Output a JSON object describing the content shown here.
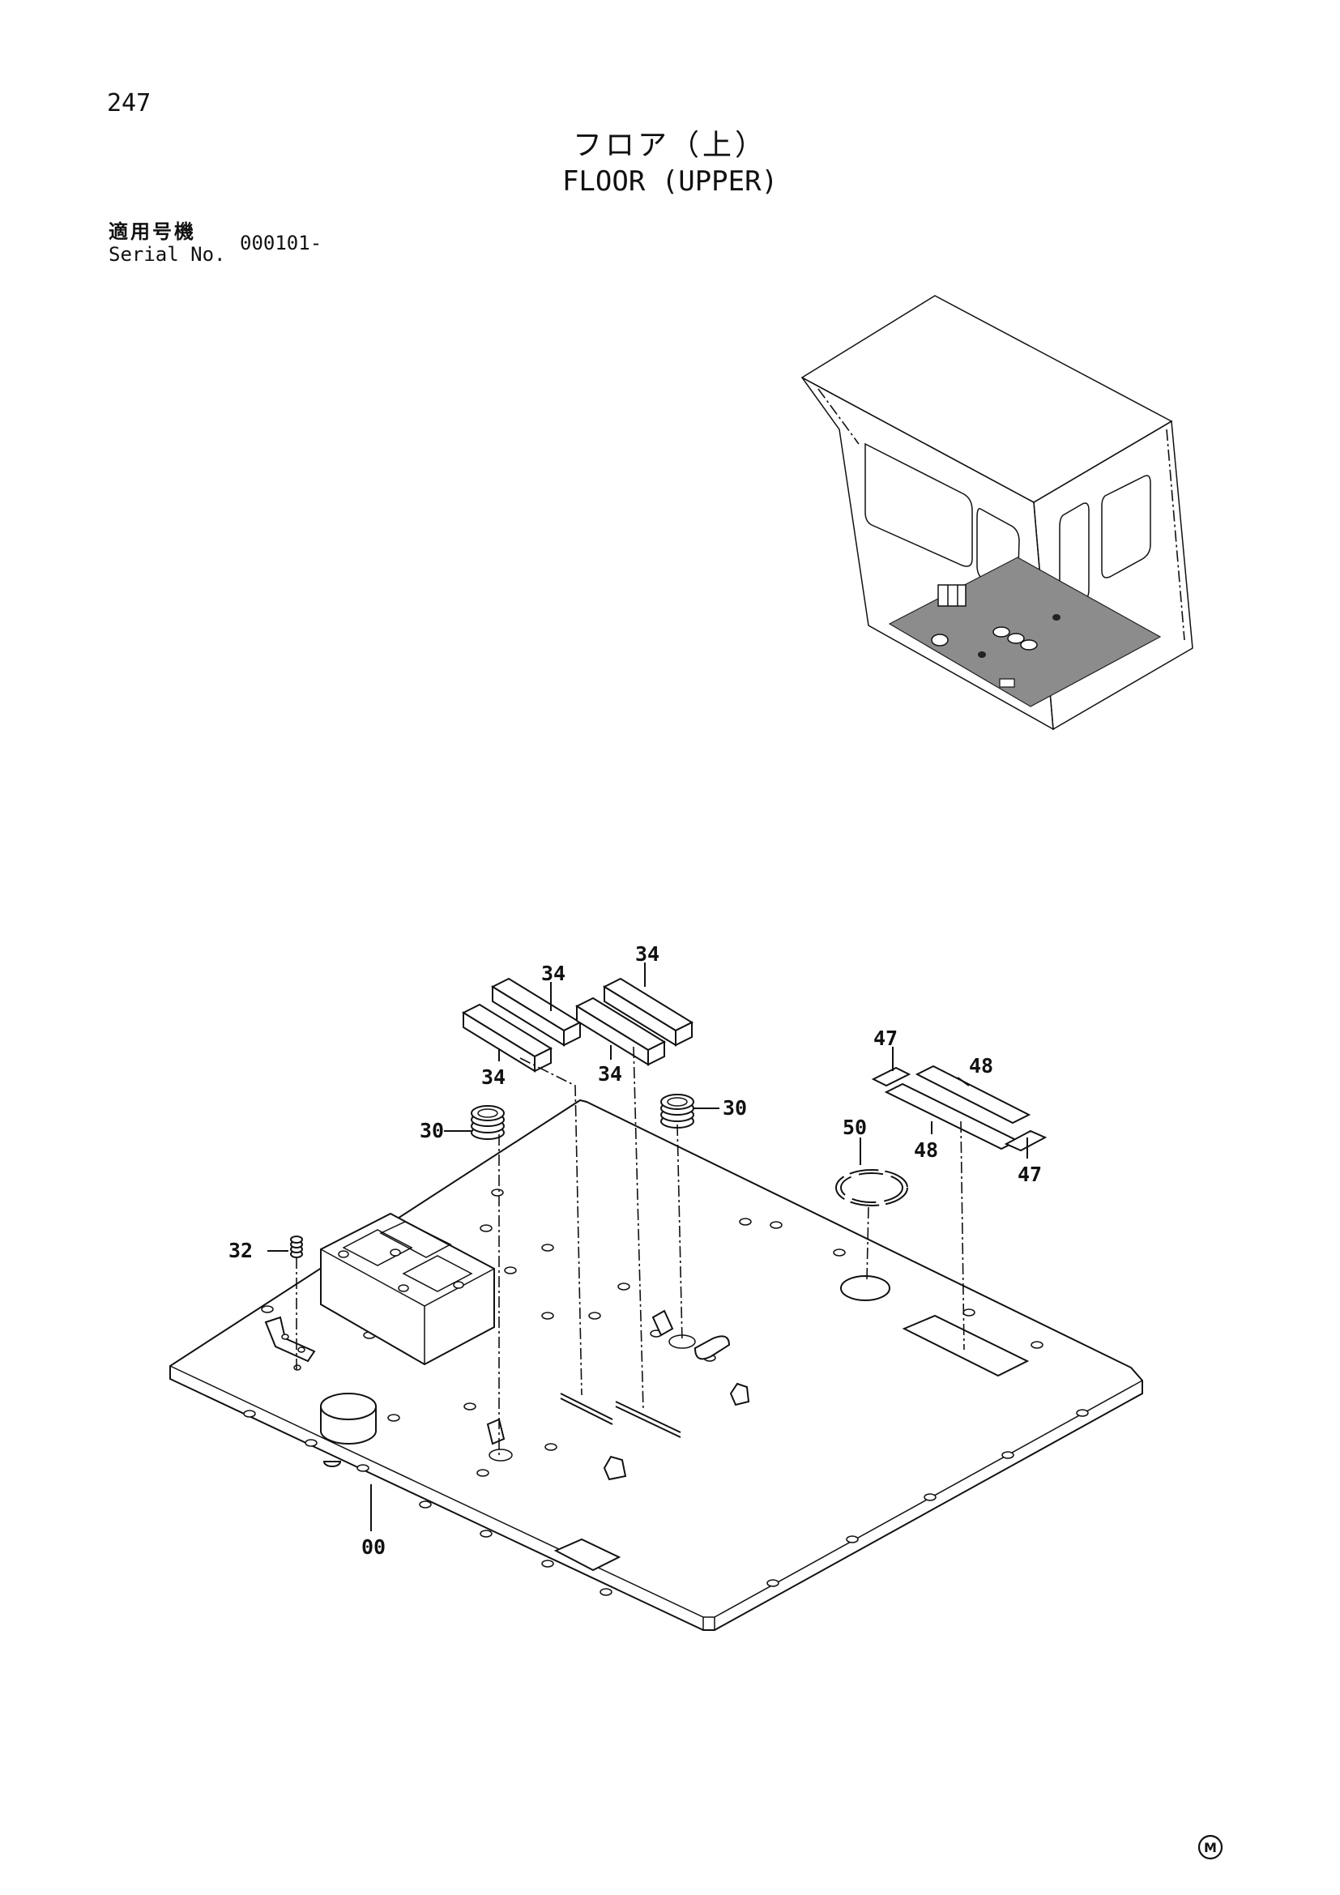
{
  "page_number": "247",
  "title_jp": "フロア（上）",
  "title_en": "FLOOR (UPPER)",
  "serial_label_jp": "適用号機",
  "serial_label_en": "Serial No.",
  "serial_value": "000101-",
  "callouts": {
    "p00": "00",
    "p30a": "30",
    "p30b": "30",
    "p32": "32",
    "p34a": "34",
    "p34b": "34",
    "p34c": "34",
    "p34d": "34",
    "p47a": "47",
    "p47b": "47",
    "p48a": "48",
    "p48b": "48",
    "p50": "50"
  },
  "footer_mark": "M"
}
